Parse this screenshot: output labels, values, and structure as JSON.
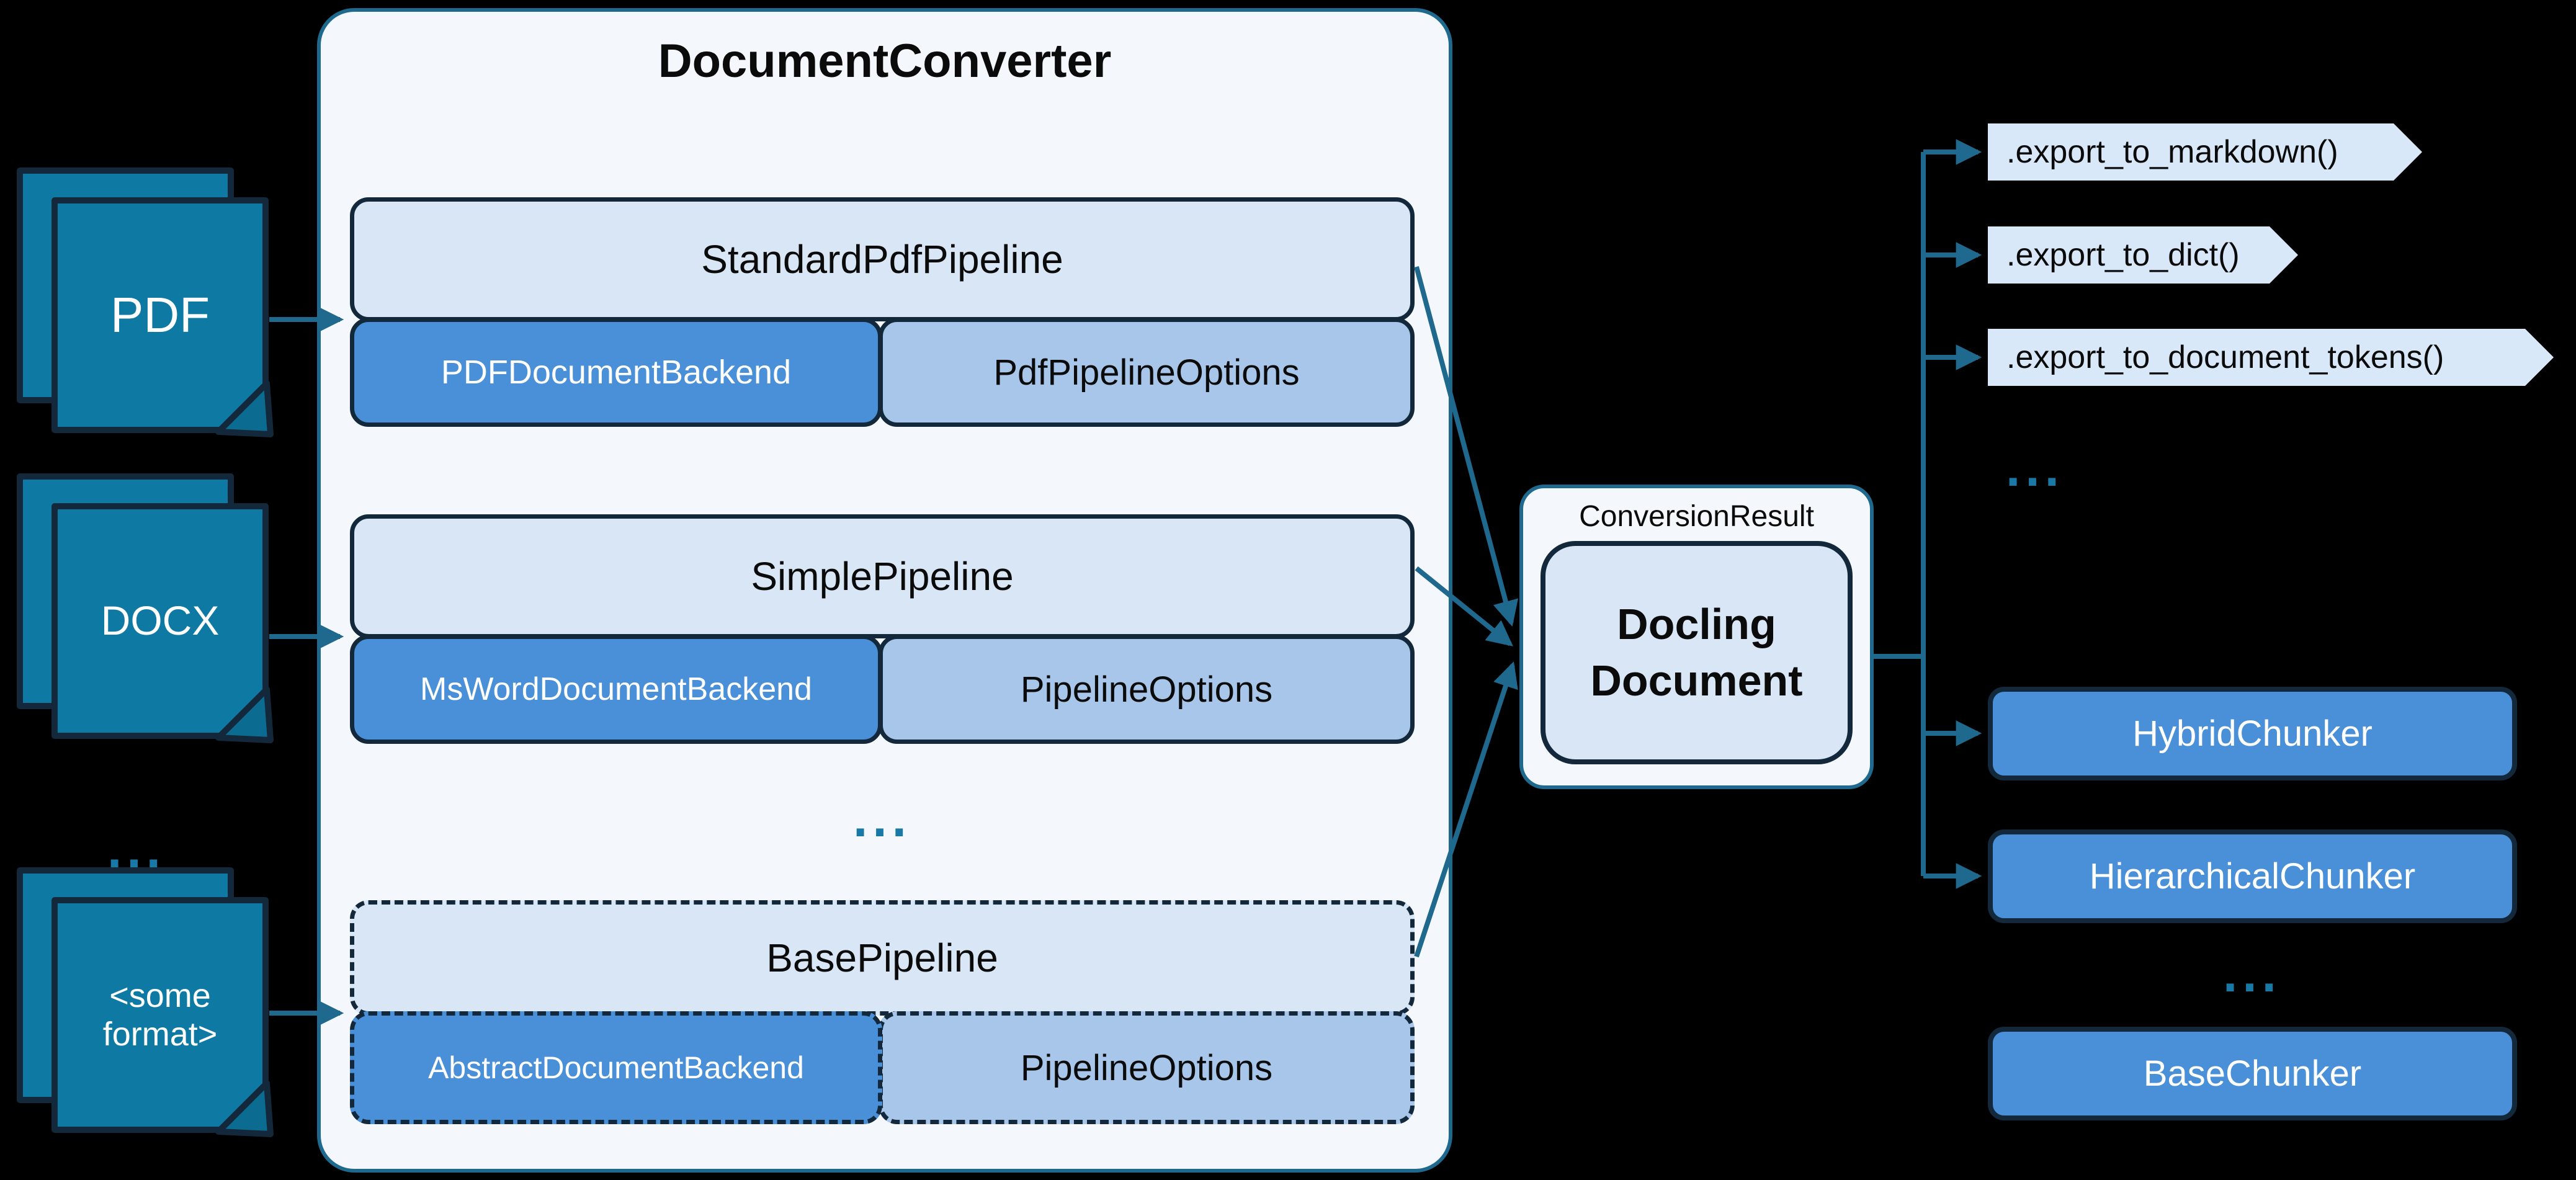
{
  "colors": {
    "background": "#000000",
    "accent_teal": "#20698E",
    "document_fill": "#0E7AA4",
    "navy_outline": "#13293B",
    "container_fill": "#F4F8FD",
    "pipeline_fill": "#D9E6F5",
    "backend_fill": "#4A90D8",
    "options_fill": "#A7C6E9",
    "tag_fill": "#D9E8F8",
    "ellipsis_teal": "#1879A6"
  },
  "converter": {
    "title": "DocumentConverter",
    "ellipsis": "...",
    "groups": [
      {
        "pipeline": "StandardPdfPipeline",
        "backend": "PDFDocumentBackend",
        "options": "PdfPipelineOptions"
      },
      {
        "pipeline": "SimplePipeline",
        "backend": "MsWordDocumentBackend",
        "options": "PipelineOptions"
      },
      {
        "pipeline": "BasePipeline",
        "backend": "AbstractDocumentBackend",
        "options": "PipelineOptions"
      }
    ]
  },
  "documents": {
    "items": [
      {
        "label": "PDF"
      },
      {
        "label": "DOCX"
      },
      {
        "label": "<some format>"
      }
    ],
    "ellipsis": "..."
  },
  "result": {
    "label": "ConversionResult",
    "document": "Docling Document"
  },
  "exports": {
    "items": [
      {
        "label": ".export_to_markdown()"
      },
      {
        "label": ".export_to_dict()"
      },
      {
        "label": ".export_to_document_tokens()"
      }
    ],
    "ellipsis": "..."
  },
  "chunkers": {
    "items": [
      {
        "label": "HybridChunker"
      },
      {
        "label": "HierarchicalChunker"
      },
      {
        "label": "BaseChunker"
      }
    ],
    "ellipsis": "..."
  }
}
